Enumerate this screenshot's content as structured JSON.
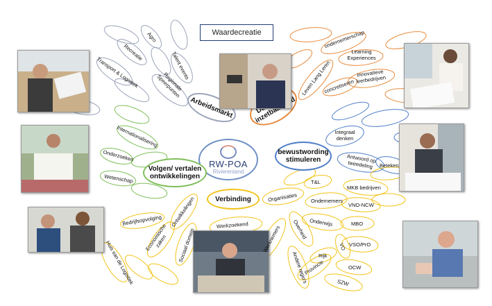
{
  "title": "Waardecreatie",
  "logo": {
    "line1": "RW-POA",
    "line2": "Rivierenland"
  },
  "colors": {
    "arbeidsmarkt": "#9aa3b8",
    "duurzame": "#e88a3b",
    "bewust": "#4f7ec8",
    "volgen": "#7fbf5a",
    "verbinding": "#f2c318"
  },
  "hubs": {
    "arbeidsmarkt": "Arbeidsmarkt",
    "duurzame": "Duurzame inzetbaarheid",
    "bewust": "bewustwording stimuleren",
    "volgen": "Volgen/ vertalen ontwikkelingen",
    "verbinding": "Verbinding"
  },
  "leaves": {
    "transport": "Transport & Logistiek",
    "recreatie": "Recreatie",
    "agro": "Agro",
    "talent": "Talent events",
    "regionale": "Regionale Speerpunten",
    "ondernemerschap": "ondernemerschap",
    "leven_lang_leren": "Leven Lang Leren",
    "learning": "Learning Experiences",
    "concretiseren": "concretiseren",
    "innovatieve": "Innovatieve leerbedrijven",
    "integraal": "Integraal denken",
    "antwoord": "Antwoord op tweedeling",
    "beteken": "Beteken",
    "internationalisering": "Internationalisering",
    "onderzoeken": "Onderzoeken",
    "wetenschap": "Wetenschap",
    "bedrijfsopvolging": "Bedrijfsopvolging",
    "ontwikkelingen": "Ontwikkelingen",
    "economische": "Economische zaken",
    "sociaal_domein": "Sociaal domein",
    "huis_logistiek": "Huis van de Logistiek",
    "werkzoekend": "Werkzoekend",
    "werknemers": "Werknemers",
    "organisaties": "Organisaties",
    "tl": "T&L",
    "ondernemers": "Ondernemers",
    "mkb": "MKB bedrijven",
    "vno": "VNO-NCW",
    "onderwijs": "Onderwijs",
    "mbo": "MBO",
    "vso": "VSO/PrO",
    "vo": "VO",
    "overheid": "Overheid",
    "rijk": "Rijk",
    "provincie": "Provincie",
    "andere_regios": "Andere regio's",
    "ocw": "OCW",
    "szw": "SZW"
  }
}
